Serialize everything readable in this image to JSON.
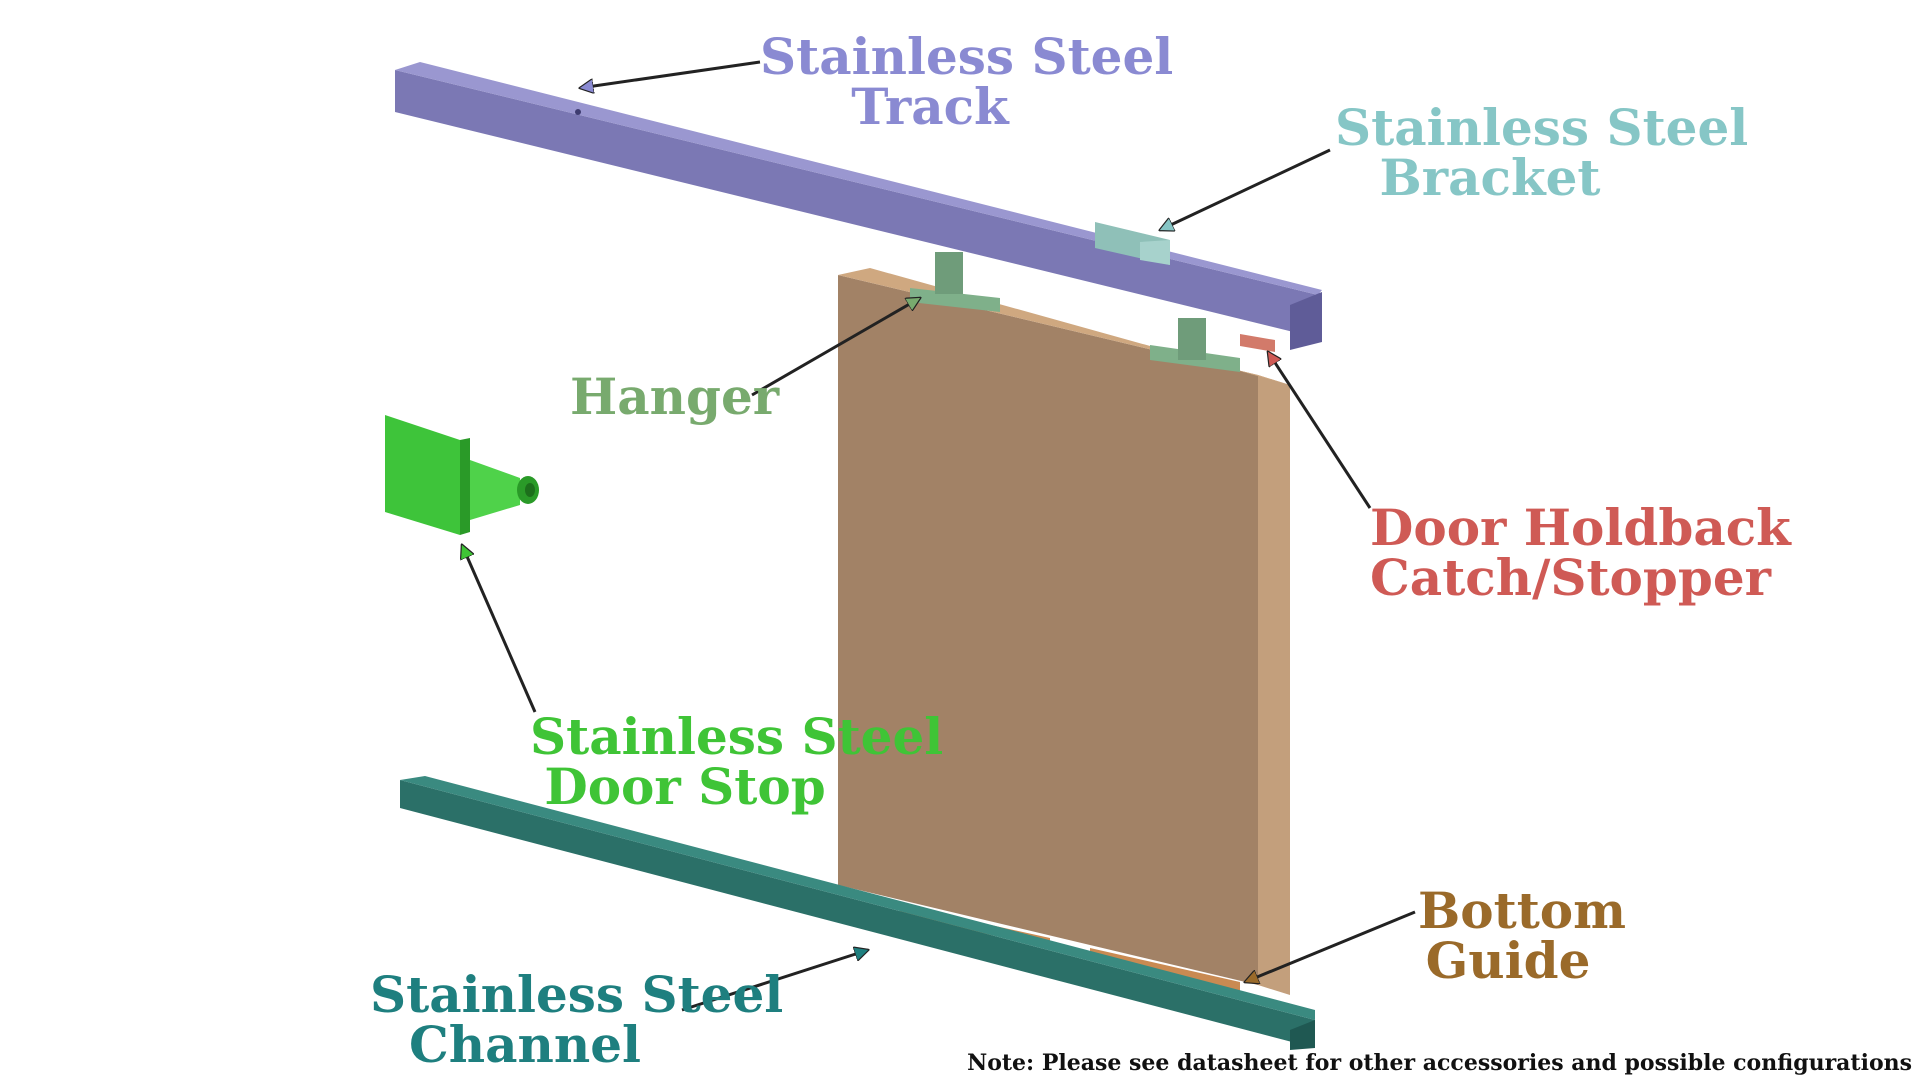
{
  "labels": {
    "track": {
      "line1": "Stainless Steel",
      "line2": "Track",
      "color": "#8a8ad2"
    },
    "bracket": {
      "line1": "Stainless Steel",
      "line2": "Bracket",
      "color": "#86c6c6"
    },
    "hanger": {
      "line1": "Hanger",
      "color": "#78aa6e"
    },
    "holdback": {
      "line1": "Door Holdback",
      "line2": "Catch/Stopper",
      "color": "#cf5a55"
    },
    "doorstop": {
      "line1": "Stainless Steel",
      "line2": "Door Stop",
      "color": "#3fc436"
    },
    "guide": {
      "line1": "Bottom",
      "line2": "Guide",
      "color": "#9a6a2a"
    },
    "channel": {
      "line1": "Stainless Steel",
      "line2": "Channel",
      "color": "#1e7f7f"
    }
  },
  "note": "Note: Please see datasheet for other accessories and possible configurations",
  "colors": {
    "track": "#7b78b4",
    "track_dark": "#5f5c98",
    "track_top": "#9a97d0",
    "door_face": "#a28266",
    "door_edge": "#c39f7c",
    "door_top": "#cfa880",
    "channel": "#2b7068",
    "channel_dark": "#1f5852",
    "hardware": "#7fb08a",
    "doorstop": "#3ec43a",
    "guide_pad": "#c98a52",
    "holdback": "#d27a6a"
  },
  "icons": [
    "track-icon",
    "bracket-icon",
    "hanger-icon",
    "door-panel-icon",
    "door-stop-icon",
    "channel-icon",
    "bottom-guide-icon",
    "holdback-catch-icon"
  ]
}
